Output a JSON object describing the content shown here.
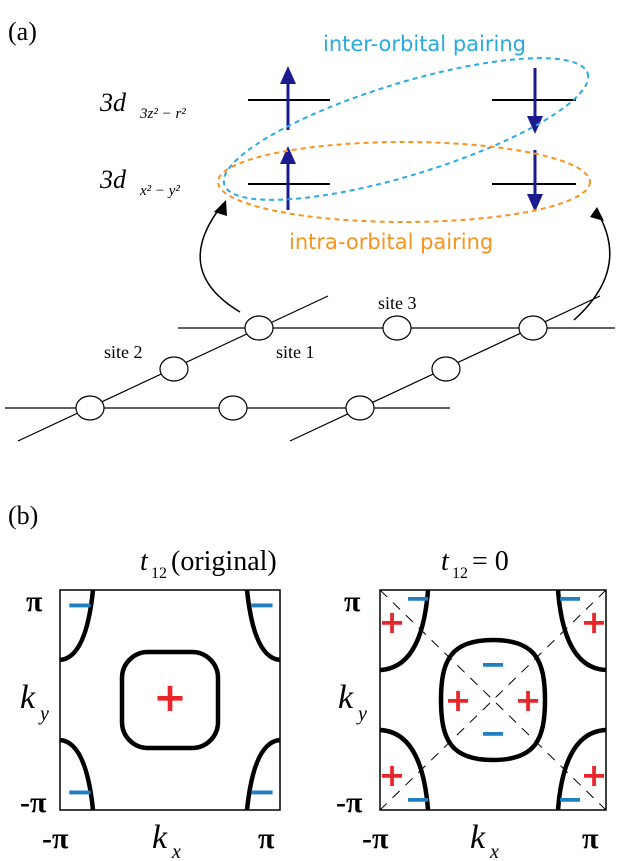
{
  "panel_a": {
    "label": "(a)",
    "orbital_top_base": "3d",
    "orbital_top_sub": "3z² − r²",
    "orbital_bottom_base": "3d",
    "orbital_bottom_sub": "x² − y²",
    "inter_orbital_label": "inter-orbital pairing",
    "intra_orbital_label": "intra-orbital pairing",
    "site_labels": {
      "site1": "site 1",
      "site2": "site 2",
      "site3": "site 3"
    },
    "colors": {
      "inter": "#29abe2",
      "intra": "#f7931e",
      "spin_arrow": "#1b1b8f"
    }
  },
  "panel_b": {
    "label": "(b)",
    "left": {
      "title_t": "t",
      "title_sub": "12",
      "title_rest": "(original)",
      "signs": {
        "corner": "−",
        "center": "+"
      }
    },
    "right": {
      "title_t": "t",
      "title_sub": "12",
      "title_rest": " = 0",
      "signs": {
        "plus": "+",
        "minus": "−"
      }
    },
    "axes": {
      "pi": "π",
      "neg_pi": "-π",
      "kx_base": "k",
      "kx_sub": "x",
      "ky_base": "k",
      "ky_sub": "y"
    },
    "colors": {
      "plus": "#e8262a",
      "minus": "#1f7fc0"
    }
  }
}
